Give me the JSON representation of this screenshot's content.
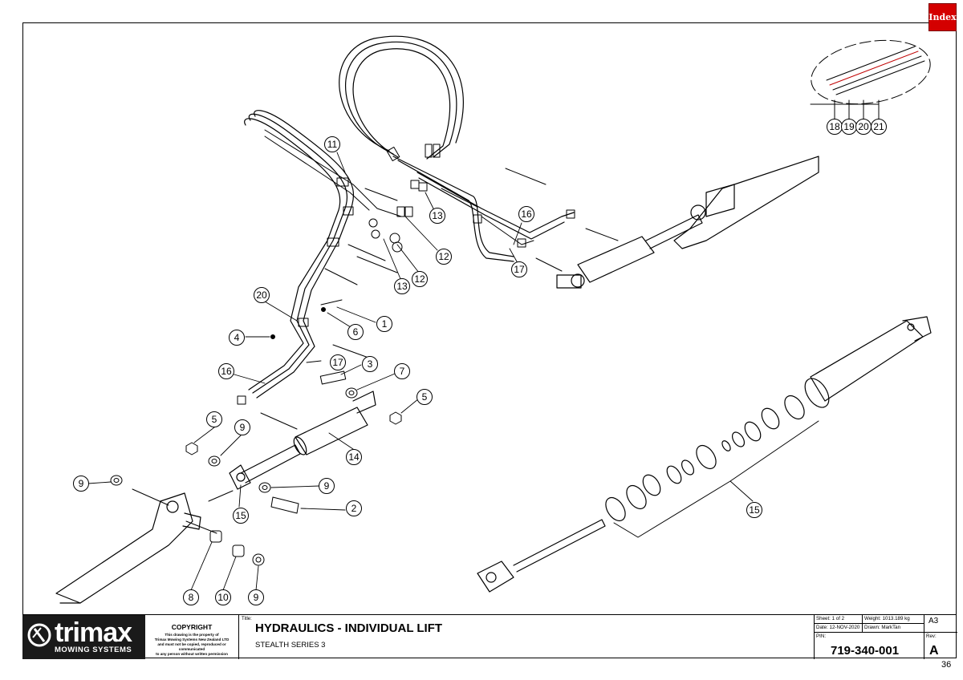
{
  "index_button": {
    "label": "Index",
    "color": "#d40000"
  },
  "callouts": {
    "c1": "1",
    "c2": "2",
    "c3": "3",
    "c4": "4",
    "c5a": "5",
    "c5b": "5",
    "c6": "6",
    "c7": "7",
    "c8": "8",
    "c9a": "9",
    "c9b": "9",
    "c9c": "9",
    "c9d": "9",
    "c10": "10",
    "c11": "11",
    "c12a": "12",
    "c12b": "12",
    "c13a": "13",
    "c13b": "13",
    "c14": "14",
    "c15a": "15",
    "c15b": "15",
    "c16a": "16",
    "c16b": "16",
    "c17a": "17",
    "c17b": "17",
    "c18": "18",
    "c19": "19",
    "c20a": "20",
    "c20b": "20",
    "c21": "21"
  },
  "title_block": {
    "logo_word": "trimax",
    "logo_subtitle": "MOWING SYSTEMS",
    "copyright_title": "COPYRIGHT",
    "copyright_lines": [
      "This drawing is the property of",
      "Trimax Mowing Systems New Zealand LTD",
      "and must not be copied, reproduced or communicated",
      "to any person without written permission"
    ],
    "title_label": "Title:",
    "title": "HYDRAULICS - INDIVIDUAL LIFT",
    "subtitle": "STEALTH SERIES 3",
    "sheet": "Sheet: 1 of 2",
    "weight": "Weight: 1013.189 kg",
    "size": "A3",
    "date": "Date: 12-NOV-2020",
    "drawn": "Drawn: MarkTan",
    "pin_label": "PIN:",
    "pin": "719-340-001",
    "rev_label": "Rev:",
    "rev": "A"
  },
  "page_number": "36"
}
